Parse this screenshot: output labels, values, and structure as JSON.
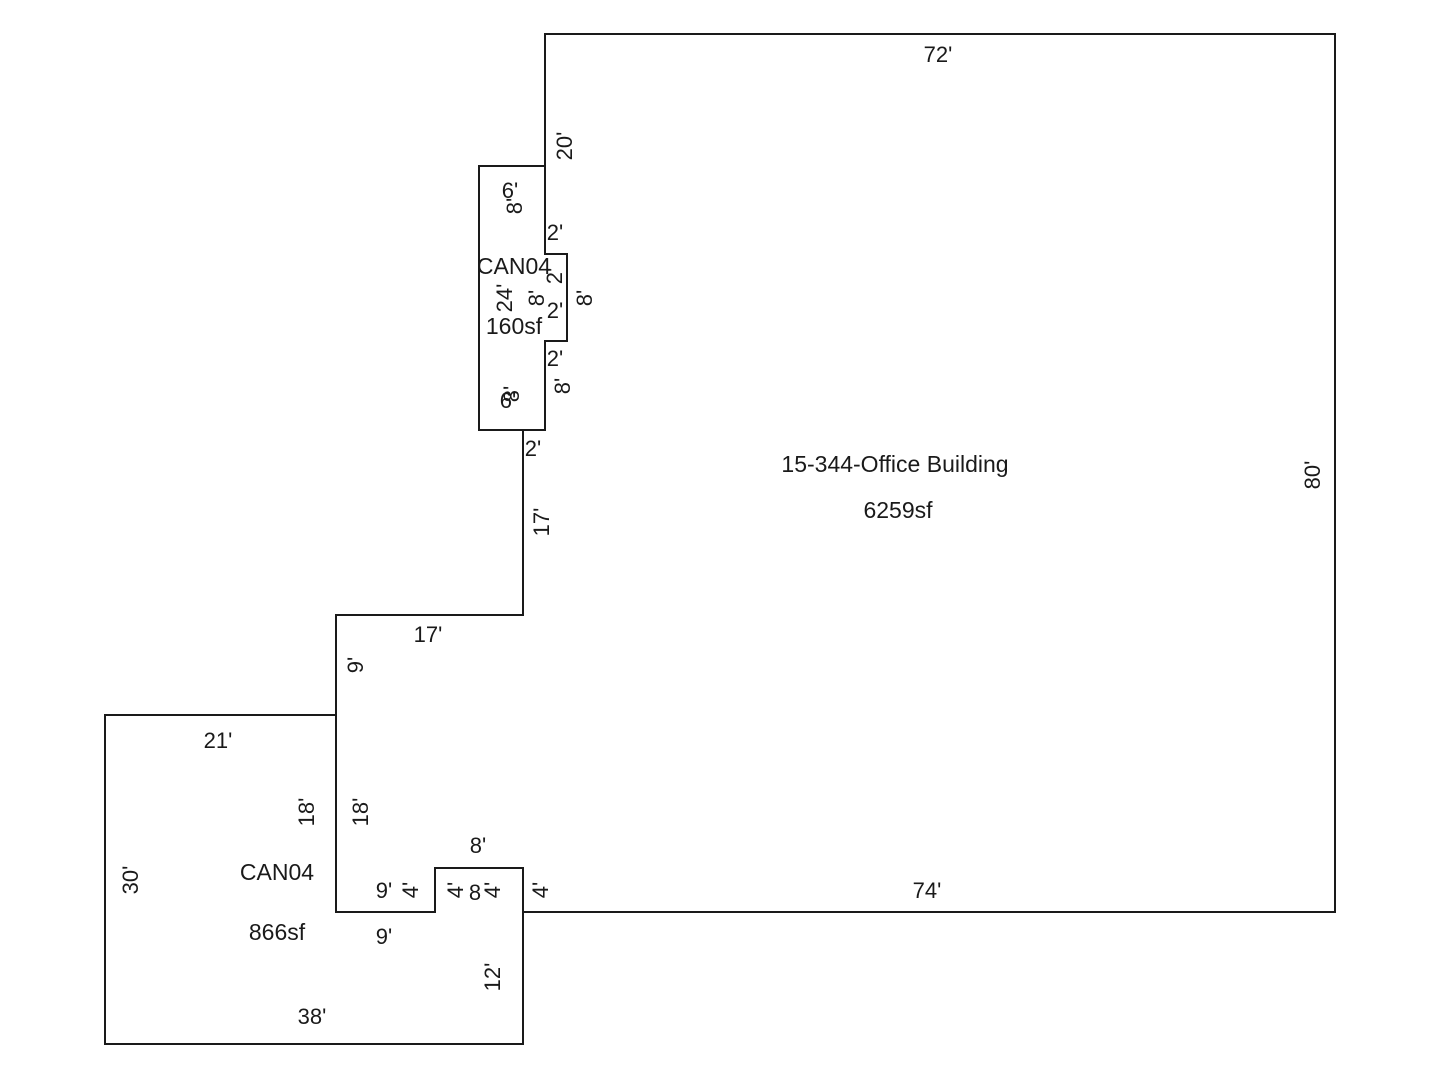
{
  "areas": {
    "main": {
      "name": "15-344-Office Building",
      "size": "6259sf"
    },
    "canopy_top": {
      "name": "CAN04",
      "size": "160sf"
    },
    "canopy_bottom": {
      "name": "CAN04",
      "size": "866sf"
    }
  },
  "dimensions": {
    "main_top": "72'",
    "main_right": "80'",
    "main_bottom": "74'",
    "main_upper_left": "20'",
    "main_mid_left": "17'",
    "main_step_top": "17'",
    "main_step_left": "9'",
    "main_lower_left": "18'",
    "notch_top": "8'",
    "notch_left": "4'",
    "notch_right": "4'",
    "notch_right_outer": "4'",
    "notch_inner_a": "4'",
    "notch_inner_b": "8",
    "main_bottom_left_9": "9'",
    "canopy_top_6_upper": "6'",
    "canopy_top_8_upper": "8'",
    "canopy_top_2_a": "2'",
    "canopy_top_2_b": "2'",
    "canopy_top_24": "24'",
    "canopy_top_8_inner": "8'",
    "canopy_top_2_c": "2'",
    "canopy_top_8_right": "8'",
    "canopy_top_2_d": "2'",
    "canopy_top_8_lower": "8'",
    "canopy_top_6_lower": "6'",
    "canopy_top_8_lower_inner": "8'",
    "canopy_top_2_bottom": "2'",
    "canopy_bottom_top": "21'",
    "canopy_bottom_left": "30'",
    "canopy_bottom_bottom": "38'",
    "canopy_bottom_right_18": "18'",
    "canopy_bottom_9": "9'",
    "canopy_bottom_12": "12'"
  }
}
